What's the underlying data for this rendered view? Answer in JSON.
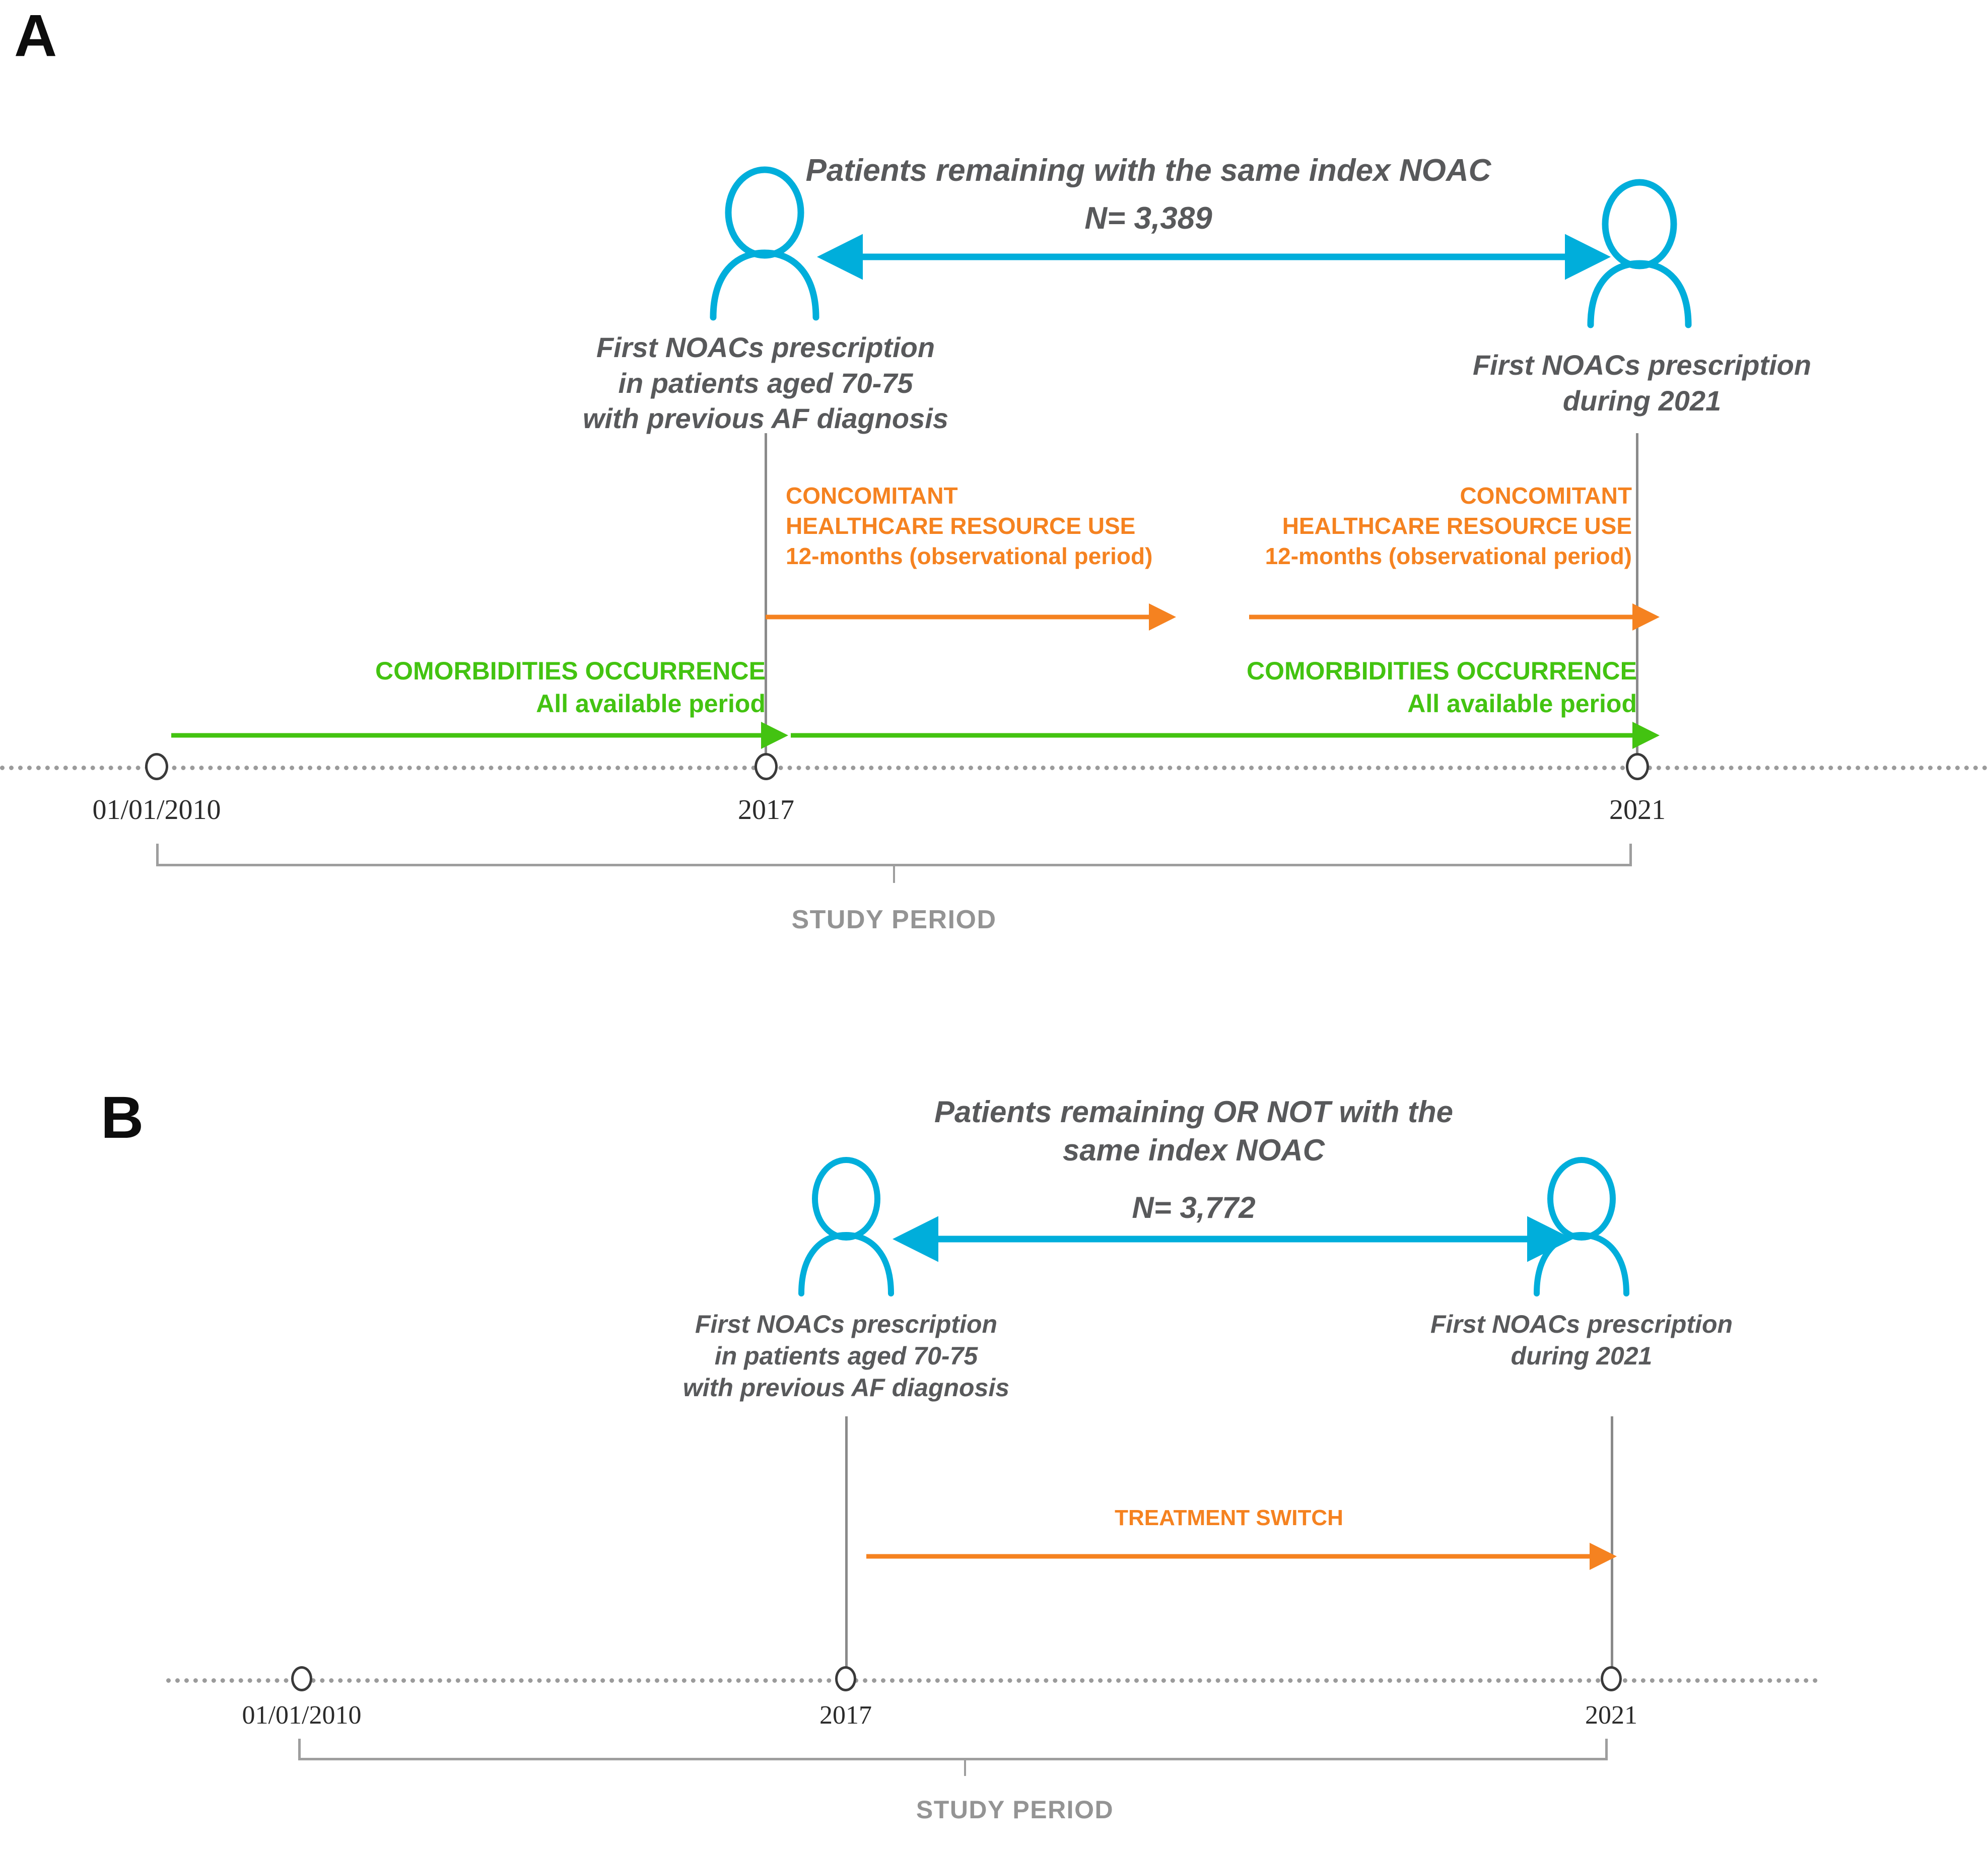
{
  "figure": {
    "panels": [
      {
        "id": "A",
        "letter": "A",
        "headline": "Patients remaining with the same index NOAC",
        "n_label": "N= 3,389",
        "left_person_caption": "First NOACs prescription\nin patients aged 70-75\nwith previous AF diagnosis",
        "right_person_caption": "First NOACs prescription\nduring 2021",
        "orange_left": "CONCOMITANT\nHEALTHCARE RESOURCE USE\n12-months (observational period)",
        "orange_right": "CONCOMITANT\nHEALTHCARE RESOURCE USE\n12-months (observational period)",
        "green_left": "COMORBIDITIES OCCURRENCE\nAll available period",
        "green_right": "COMORBIDITIES OCCURRENCE\nAll available period",
        "axis_labels": [
          "01/01/2010",
          "2017",
          "2021"
        ],
        "study_period_label": "STUDY PERIOD"
      },
      {
        "id": "B",
        "letter": "B",
        "headline": "Patients remaining OR NOT with the\nsame index NOAC",
        "n_label": "N= 3,772",
        "left_person_caption": "First NOACs prescription\nin patients aged 70-75\nwith previous AF diagnosis",
        "right_person_caption": "First NOACs prescription\nduring 2021",
        "orange_mid": "TREATMENT SWITCH",
        "axis_labels": [
          "01/01/2010",
          "2017",
          "2021"
        ],
        "study_period_label": "STUDY PERIOD"
      }
    ],
    "colors": {
      "cyan": "#00AEDB",
      "orange": "#F58220",
      "green": "#43C311",
      "gray_text": "#58595b",
      "axis_gray": "#9b9b9b",
      "bracket_gray": "#9e9e9e",
      "study_label_gray": "#949494"
    },
    "icons": {
      "person": "person-outline-icon"
    }
  }
}
